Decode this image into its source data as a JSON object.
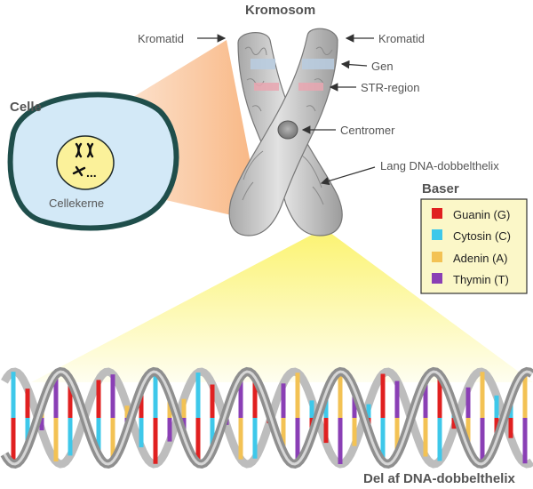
{
  "title": "Kromosom",
  "labels": {
    "kromatid_left": "Kromatid",
    "kromatid_right": "Kromatid",
    "gen": "Gen",
    "str_region": "STR-region",
    "centromer": "Centromer",
    "lang_dna": "Lang DNA-dobbelthelix",
    "celle": "Celle",
    "cellekerne": "Cellekerne",
    "nucleus_dots": "...",
    "del_dna": "Del af DNA-dobbelthelix"
  },
  "legend": {
    "title": "Baser",
    "items": [
      {
        "label": "Guanin (G)",
        "color": "#e02020"
      },
      {
        "label": "Cytosin (C)",
        "color": "#3ec8ea"
      },
      {
        "label": "Adenin (A)",
        "color": "#f3c254"
      },
      {
        "label": "Thymin (T)",
        "color": "#8a3fb5"
      }
    ]
  },
  "colors": {
    "cell_fill": "#d3e9f7",
    "cell_stroke": "#1f4e4b",
    "nucleus_fill": "#fbf19a",
    "cone_orange": "#f7a86a",
    "cone_yellow": "#fbf36c",
    "chromosome": "#c9c9c9",
    "gen_band": "#b9cde0",
    "str_band": "#e9a6b0",
    "backbone": "#9a9a9a"
  }
}
